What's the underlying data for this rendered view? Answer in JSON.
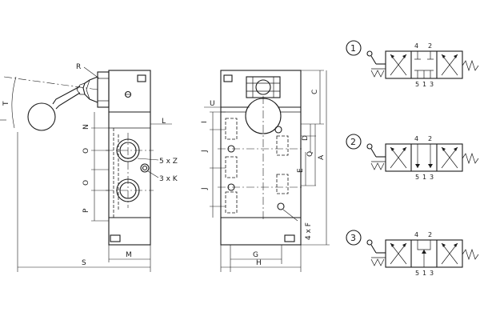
{
  "side_view": {
    "dims": [
      "R",
      "T",
      "L",
      "N",
      "O",
      "O",
      "P",
      "5 x Z",
      "3 x K",
      "S",
      "M"
    ]
  },
  "front_view": {
    "dims": [
      "U",
      "C",
      "I",
      "J",
      "J",
      "D",
      "E",
      "Q",
      "A",
      "4 x F",
      "G",
      "H"
    ]
  },
  "symbols": [
    {
      "id": "1",
      "ports_top": [
        "4",
        "2"
      ],
      "ports_bottom": [
        "5",
        "1",
        "3"
      ]
    },
    {
      "id": "2",
      "ports_top": [
        "4",
        "2"
      ],
      "ports_bottom": [
        "5",
        "1",
        "3"
      ]
    },
    {
      "id": "3",
      "ports_top": [
        "4",
        "2"
      ],
      "ports_bottom": [
        "5",
        "1",
        "3"
      ]
    }
  ]
}
